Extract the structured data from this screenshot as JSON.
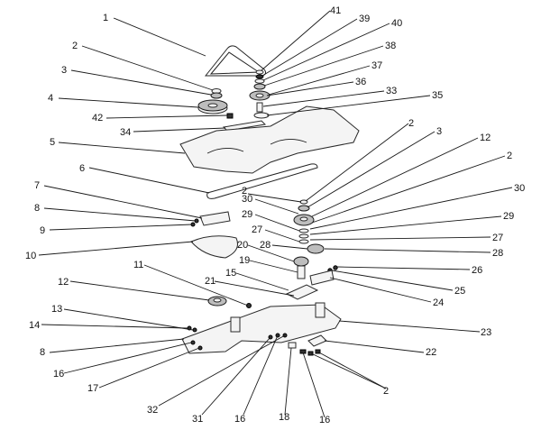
{
  "callouts": [
    "1",
    "2",
    "3",
    "4",
    "42",
    "34",
    "5",
    "6",
    "7",
    "8",
    "9",
    "10",
    "41",
    "39",
    "40",
    "38",
    "37",
    "36",
    "33",
    "35",
    "2",
    "3",
    "12",
    "2",
    "30",
    "29",
    "27",
    "28",
    "26",
    "25",
    "24",
    "30",
    "29",
    "2",
    "27",
    "28",
    "20",
    "19",
    "15",
    "21",
    "11",
    "12",
    "13",
    "14",
    "8",
    "16",
    "17",
    "32",
    "31",
    "16",
    "18",
    "16",
    "2",
    "22",
    "23"
  ]
}
